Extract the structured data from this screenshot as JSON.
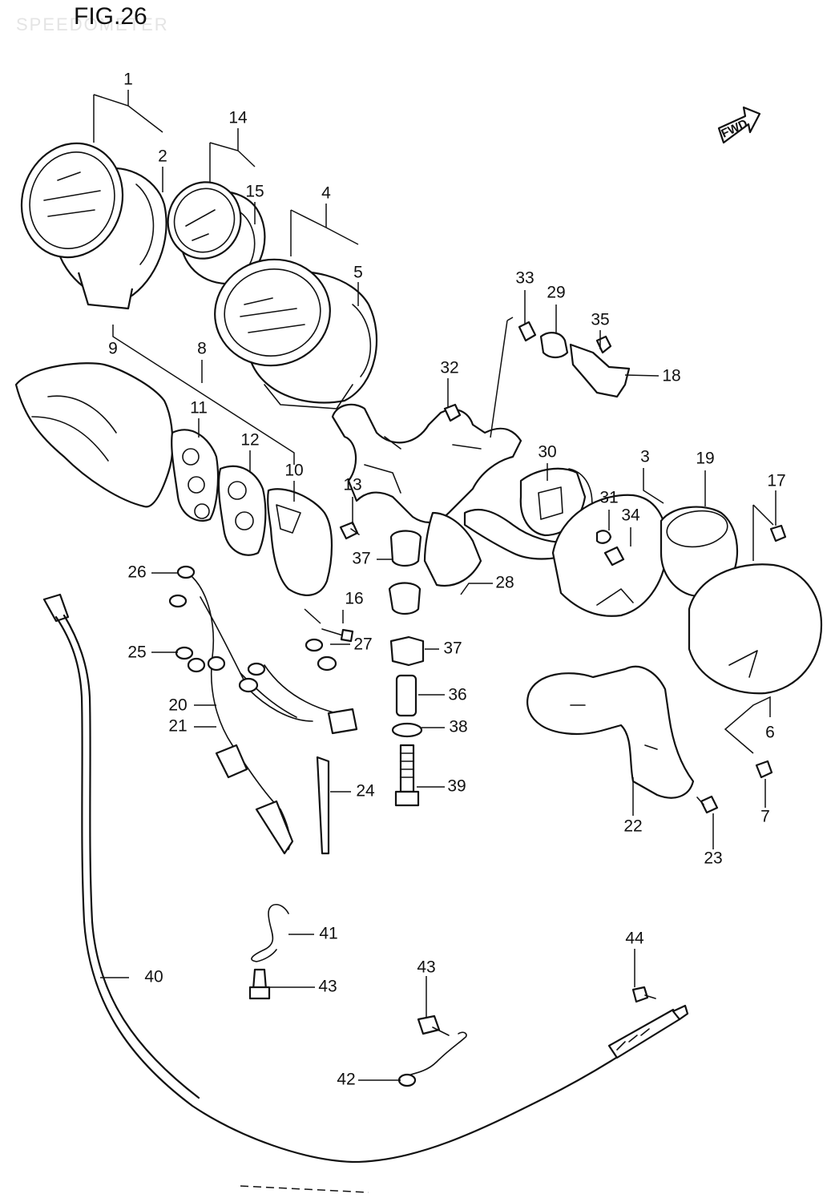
{
  "figure": {
    "title": "FIG.26",
    "watermark": "SPEEDOMETER",
    "direction_badge": "FWD"
  },
  "callouts": [
    "1",
    "2",
    "3",
    "4",
    "5",
    "6",
    "7",
    "8",
    "9",
    "10",
    "11",
    "12",
    "13",
    "14",
    "15",
    "16",
    "17",
    "18",
    "19",
    "20",
    "21",
    "22",
    "23",
    "24",
    "25",
    "26",
    "27",
    "28",
    "29",
    "30",
    "31",
    "32",
    "33",
    "34",
    "35",
    "36",
    "37",
    "38",
    "39",
    "40",
    "41",
    "42",
    "43",
    "44"
  ],
  "labels": {
    "c1": "1",
    "c2": "2",
    "c3": "3",
    "c4": "4",
    "c5": "5",
    "c6": "6",
    "c7": "7",
    "c8": "8",
    "c9": "9",
    "c10": "10",
    "c11": "11",
    "c12": "12",
    "c13": "13",
    "c14": "14",
    "c15": "15",
    "c16": "16",
    "c17": "17",
    "c18": "18",
    "c19": "19",
    "c20": "20",
    "c21": "21",
    "c22": "22",
    "c23": "23",
    "c24": "24",
    "c25": "25",
    "c26": "26",
    "c27": "27",
    "c28": "28",
    "c29": "29",
    "c30": "30",
    "c31": "31",
    "c32": "32",
    "c33": "33",
    "c34": "34",
    "c35": "35",
    "c36": "36",
    "c37a": "37",
    "c37b": "37",
    "c38": "38",
    "c39": "39",
    "c40": "40",
    "c41": "41",
    "c42": "42",
    "c43a": "43",
    "c43b": "43",
    "c44": "44"
  }
}
